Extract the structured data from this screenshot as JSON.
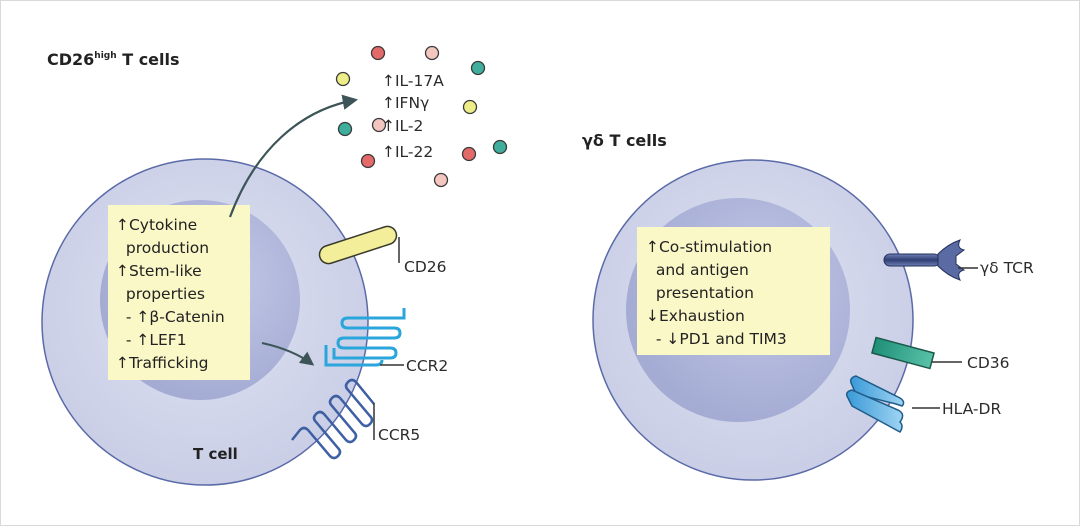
{
  "left_panel": {
    "title_main": "CD26",
    "title_sup": "high",
    "title_rest": " T cells",
    "cell_label": "T cell",
    "box_lines": [
      "↑Cytokine",
      "  production",
      "↑Stem-like",
      "  properties",
      "  - ↑β-Catenin",
      "  - ↑LEF1",
      "↑Trafficking"
    ],
    "cytokines": [
      "↑IL-17A",
      "↑IFNγ",
      "↑IL-2",
      "↑IL-22"
    ],
    "receptors": [
      {
        "name": "CD26",
        "color": "#f2ee9a"
      },
      {
        "name": "CCR2",
        "color": "#2aa6dc"
      },
      {
        "name": "CCR5",
        "color": "#3d5fa3"
      }
    ],
    "cytokine_dots": [
      {
        "color": "#e46a6a"
      },
      {
        "color": "#f3c6c0"
      },
      {
        "color": "#3fae9c"
      },
      {
        "color": "#eeee88"
      },
      {
        "color": "#eeee88"
      },
      {
        "color": "#3fae9c"
      },
      {
        "color": "#f3c6c0"
      },
      {
        "color": "#3fae9c"
      },
      {
        "color": "#e46a6a"
      },
      {
        "color": "#e46a6a"
      },
      {
        "color": "#f3c6c0"
      }
    ]
  },
  "right_panel": {
    "title": "γδ T cells",
    "box_lines": [
      "↑Co-stimulation",
      "  and antigen",
      "  presentation",
      "↓Exhaustion",
      "  - ↓PD1 and TIM3"
    ],
    "receptors": [
      {
        "name": "γδ TCR",
        "color": "#3f4f86"
      },
      {
        "name": "CD36",
        "color": "#2a9e86"
      },
      {
        "name": "HLA-DR",
        "color": "#4aaee0"
      }
    ]
  },
  "colors": {
    "cell_outer": "#d4d8ec",
    "cell_inner": "#aeb4d8",
    "cell_border": "#5a6aa8",
    "box_fill": "#fbf8c8",
    "arrow": "#3d5558"
  }
}
